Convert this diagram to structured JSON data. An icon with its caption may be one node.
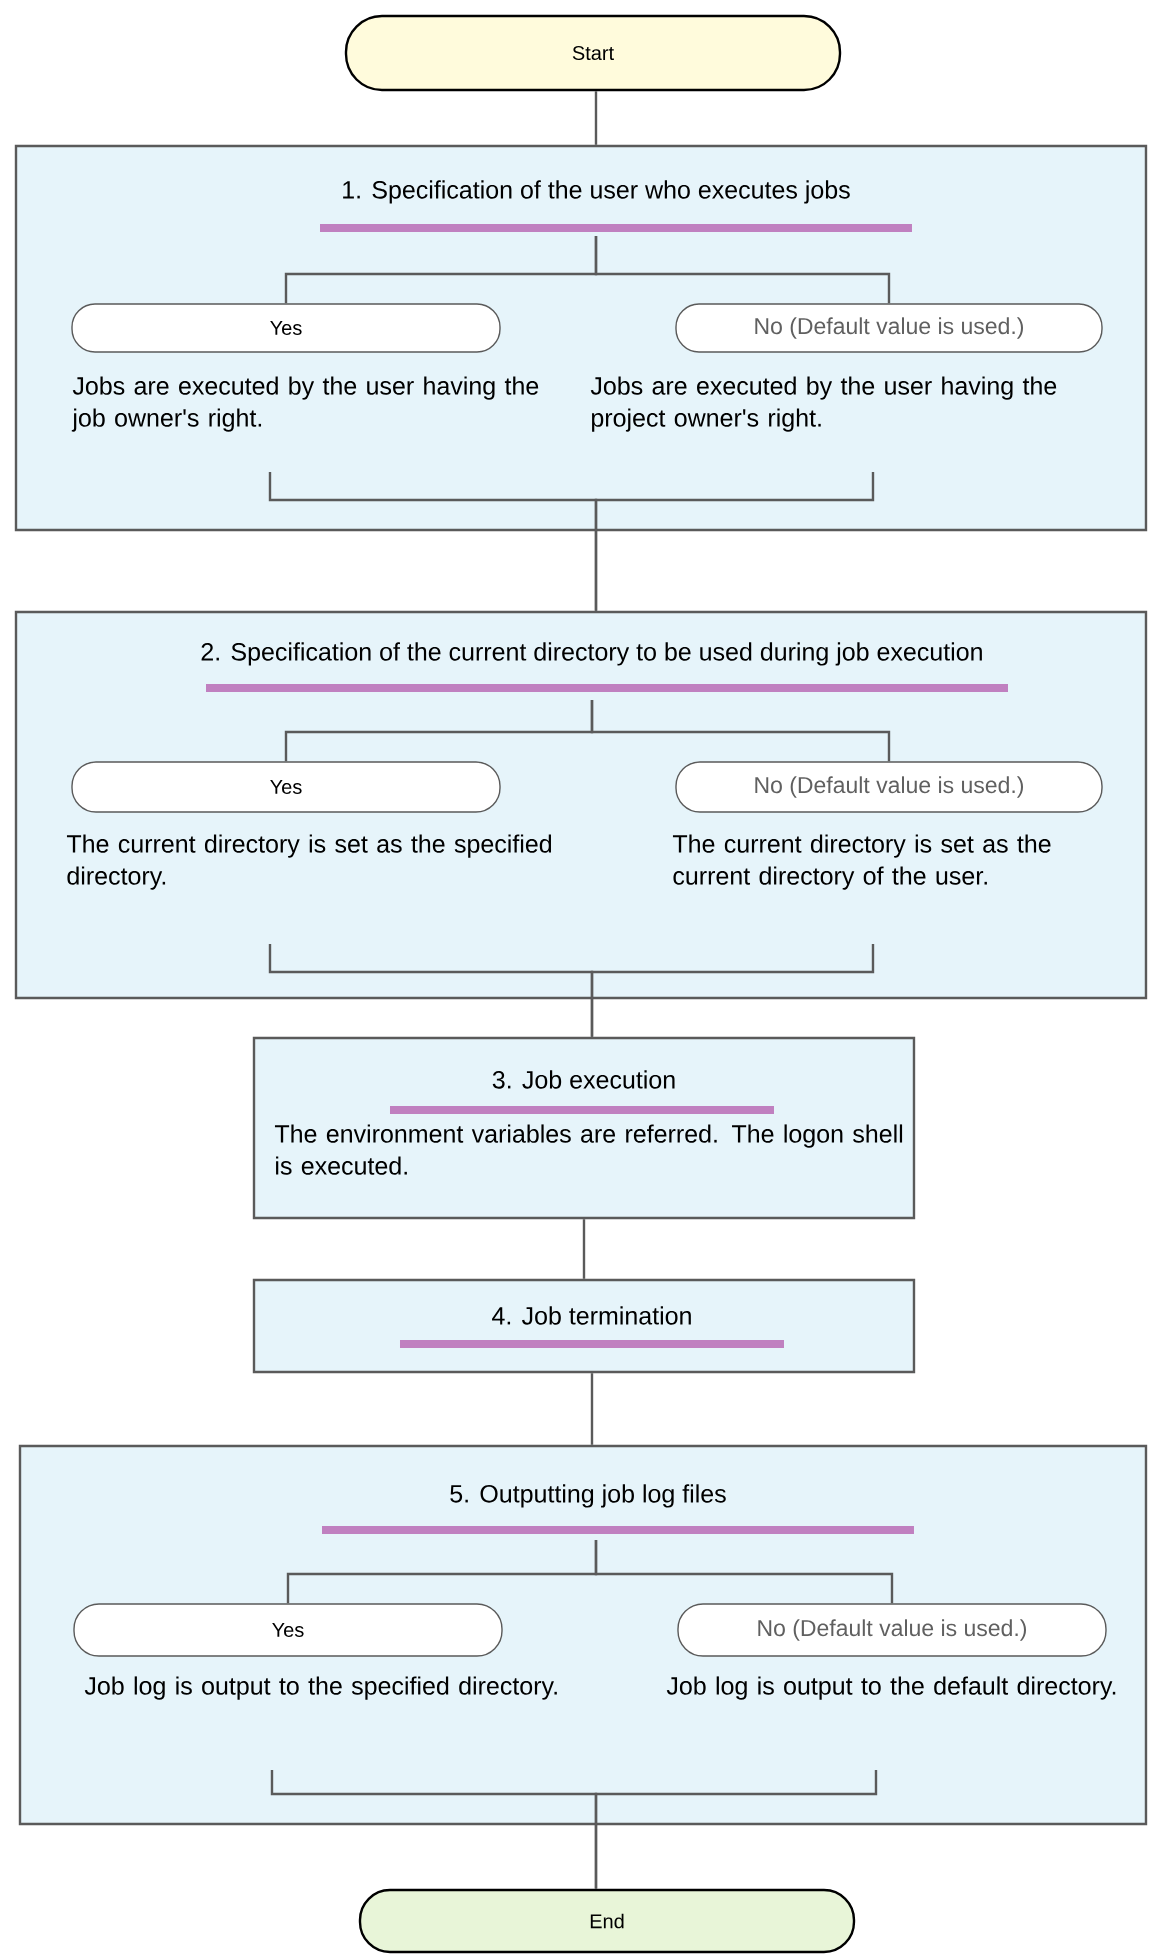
{
  "diagram": {
    "nodes": [
      {
        "text": [
          "Start"
        ]
      },
      {
        "text": [
          "1. Specification of the user who executes jobs"
        ]
      },
      {
        "text": [
          "Yes"
        ],
        "in": 1,
        "beside": [
          "Jobs are executed by the user having the job owner's right."
        ]
      },
      {
        "text": [
          "No (Default value is used.)"
        ],
        "in": 1,
        "beside": [
          "Jobs are executed by the user having the project owner's right."
        ]
      },
      {
        "text": [
          "2. Specification of the current directory to be used during job execution"
        ]
      },
      {
        "text": [
          "Yes"
        ],
        "in": 4,
        "beside": [
          "The current directory is set as the specified directory."
        ]
      },
      {
        "text": [
          "No (Default value is used.)"
        ],
        "in": 4,
        "beside": [
          "The current directory is set as the current directory of the user."
        ]
      },
      {
        "text": [
          "3. Job execution",
          "The environment variables are referred. The logon shell is executed."
        ]
      },
      {
        "text": [
          "4. Job termination"
        ]
      },
      {
        "text": [
          "5. Outputting job log files"
        ]
      },
      {
        "text": [
          "Yes"
        ],
        "in": 9,
        "beside": [
          "Job log is output to the specified directory."
        ]
      },
      {
        "text": [
          "No (Default value is used.)"
        ],
        "in": 9,
        "beside": [
          "Job log is output to the default directory."
        ]
      },
      {
        "text": [
          "End"
        ]
      }
    ],
    "edges": [
      {
        "from": 0,
        "to": 1,
        "arrow": "none"
      },
      {
        "from": 1,
        "to": 2,
        "arrow": "none"
      },
      {
        "from": 1,
        "to": 3,
        "arrow": "none"
      },
      {
        "from": 2,
        "to": 4,
        "arrow": "none"
      },
      {
        "from": 3,
        "to": 4,
        "arrow": "none"
      },
      {
        "from": 4,
        "to": 5,
        "arrow": "none"
      },
      {
        "from": 4,
        "to": 6,
        "arrow": "none"
      },
      {
        "from": 5,
        "to": 7,
        "arrow": "none"
      },
      {
        "from": 6,
        "to": 7,
        "arrow": "none"
      },
      {
        "from": 7,
        "to": 8,
        "arrow": "none"
      },
      {
        "from": 8,
        "to": 9,
        "arrow": "none"
      },
      {
        "from": 9,
        "to": 10,
        "arrow": "none"
      },
      {
        "from": 9,
        "to": 11,
        "arrow": "none"
      },
      {
        "from": 10,
        "to": 12,
        "arrow": "none"
      },
      {
        "from": 11,
        "to": 12,
        "arrow": "none"
      }
    ]
  }
}
